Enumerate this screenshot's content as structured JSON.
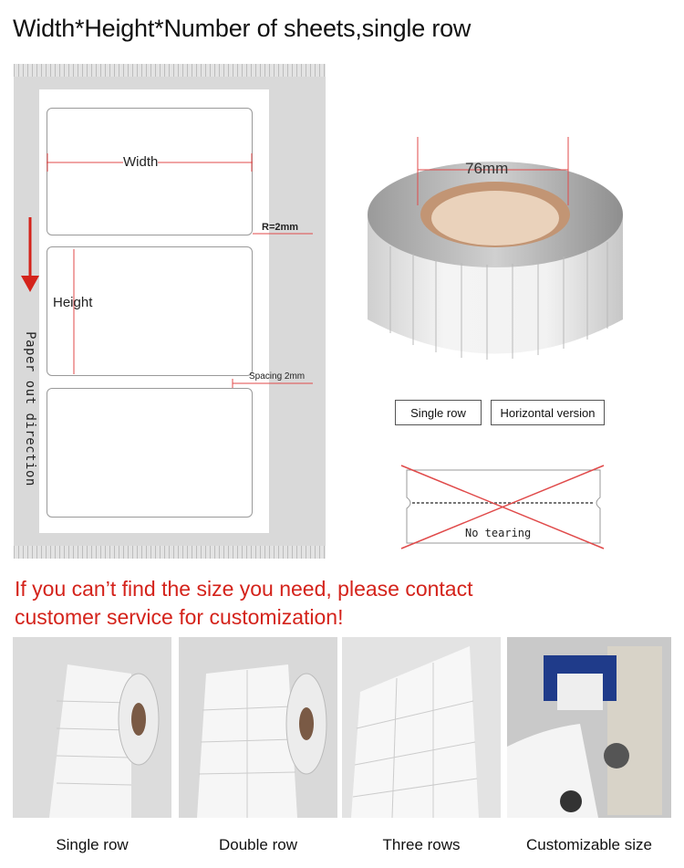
{
  "title": "Width*Height*Number of sheets,single row",
  "sheet": {
    "width_label": "Width",
    "height_label": "Height",
    "radius_label": "R=2mm",
    "spacing_label": "Spacing 2mm",
    "direction_label": "Paper out direction"
  },
  "roll": {
    "core_label": "76mm"
  },
  "buttons": {
    "single_row": "Single row",
    "horizontal_version": "Horizontal version"
  },
  "no_tearing_label": "No tearing",
  "promo_text_line1": "If you can’t find the size you need, please contact",
  "promo_text_line2": "customer service for customization!",
  "gallery": [
    {
      "caption": "Single row"
    },
    {
      "caption": "Double row"
    },
    {
      "caption": "Three rows"
    },
    {
      "caption": "Customizable size"
    }
  ],
  "colors": {
    "accent_red": "#d4231b",
    "dimension_red": "#e04a4a"
  }
}
